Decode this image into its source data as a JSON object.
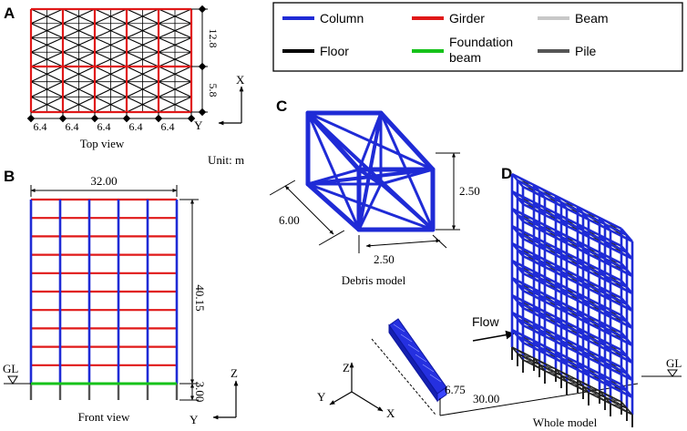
{
  "panels": {
    "a": "A",
    "b": "B",
    "c": "C",
    "d": "D"
  },
  "legend": {
    "items": [
      {
        "label": "Column",
        "color": "#1f2bd6"
      },
      {
        "label": "Girder",
        "color": "#e01818"
      },
      {
        "label": "Beam",
        "color": "#c8c8c8"
      },
      {
        "label": "Floor",
        "color": "#000000"
      },
      {
        "label": "Foundation beam",
        "line1": "Foundation",
        "line2": "beam",
        "color": "#16c21a"
      },
      {
        "label": "Pile",
        "color": "#555555"
      }
    ]
  },
  "top_view": {
    "caption": "Top view",
    "dim_y_spans": [
      "6.4",
      "6.4",
      "6.4",
      "6.4",
      "6.4"
    ],
    "dim_x_top": "12.8",
    "dim_x_bottom": "5.8",
    "axis_x": "X",
    "axis_y": "Y"
  },
  "unit": "Unit: m",
  "front_view": {
    "caption": "Front view",
    "width": "32.00",
    "height": "40.15",
    "pile_depth": "3.00",
    "gl": "GL",
    "axis_z": "Z",
    "axis_y": "Y"
  },
  "debris": {
    "caption": "Debris model",
    "dim_length": "6.00",
    "dim_width": "2.50",
    "dim_height": "2.50"
  },
  "whole": {
    "caption": "Whole model",
    "flow": "Flow",
    "offset": "6.75",
    "distance": "30.00",
    "gl": "GL",
    "axis_x": "X",
    "axis_y": "Y",
    "axis_z": "Z"
  }
}
